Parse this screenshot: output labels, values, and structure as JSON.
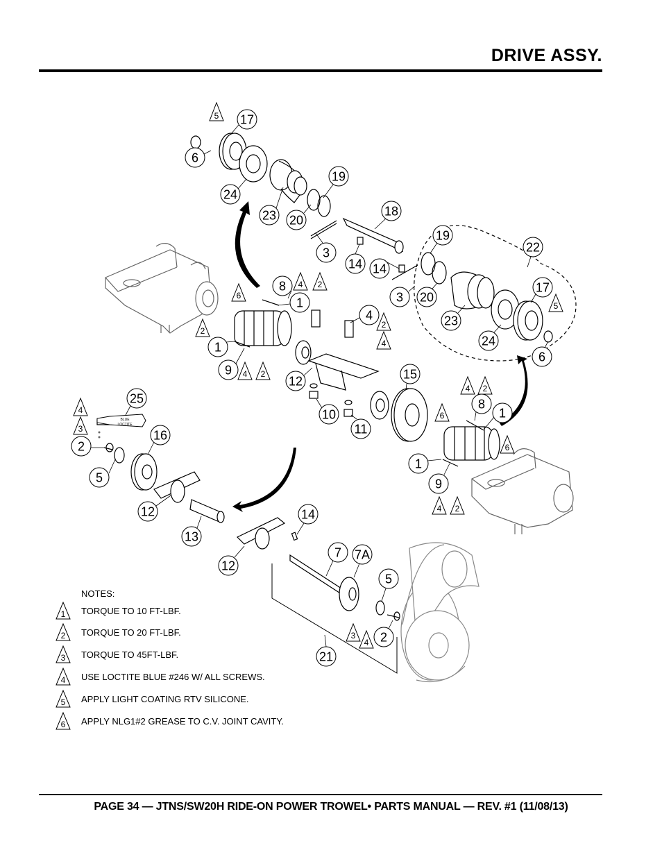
{
  "header": {
    "title": "DRIVE ASSY."
  },
  "footer": {
    "text": "PAGE 34 — JTNS/SW20H RIDE-ON POWER TROWEL• PARTS MANUAL — REV. #1 (11/08/13)"
  },
  "callouts": [
    {
      "id": "c1",
      "label": "17"
    },
    {
      "id": "c2",
      "label": "6"
    },
    {
      "id": "c3",
      "label": "24"
    },
    {
      "id": "c4",
      "label": "23"
    },
    {
      "id": "c5",
      "label": "20"
    },
    {
      "id": "c6",
      "label": "19"
    },
    {
      "id": "c7",
      "label": "18"
    },
    {
      "id": "c8",
      "label": "3"
    },
    {
      "id": "c9",
      "label": "14"
    },
    {
      "id": "c10",
      "label": "14"
    },
    {
      "id": "c11",
      "label": "8"
    },
    {
      "id": "c12",
      "label": "1"
    },
    {
      "id": "c13",
      "label": "1"
    },
    {
      "id": "c14",
      "label": "9"
    },
    {
      "id": "c15",
      "label": "4"
    },
    {
      "id": "c16",
      "label": "19"
    },
    {
      "id": "c17",
      "label": "22"
    },
    {
      "id": "c18",
      "label": "3"
    },
    {
      "id": "c19",
      "label": "20"
    },
    {
      "id": "c20",
      "label": "23"
    },
    {
      "id": "c21",
      "label": "17"
    },
    {
      "id": "c22",
      "label": "24"
    },
    {
      "id": "c23",
      "label": "6"
    },
    {
      "id": "c24",
      "label": "12"
    },
    {
      "id": "c25",
      "label": "15"
    },
    {
      "id": "c26",
      "label": "10"
    },
    {
      "id": "c27",
      "label": "11"
    },
    {
      "id": "c28",
      "label": "8"
    },
    {
      "id": "c29",
      "label": "1"
    },
    {
      "id": "c30",
      "label": "1"
    },
    {
      "id": "c31",
      "label": "9"
    },
    {
      "id": "c32",
      "label": "25"
    },
    {
      "id": "c33",
      "label": "16"
    },
    {
      "id": "c34",
      "label": "2"
    },
    {
      "id": "c35",
      "label": "5"
    },
    {
      "id": "c36",
      "label": "12"
    },
    {
      "id": "c37",
      "label": "13"
    },
    {
      "id": "c38",
      "label": "12"
    },
    {
      "id": "c39",
      "label": "14"
    },
    {
      "id": "c40",
      "label": "7"
    },
    {
      "id": "c41",
      "label": "7A"
    },
    {
      "id": "c42",
      "label": "5"
    },
    {
      "id": "c43",
      "label": "2"
    },
    {
      "id": "c44",
      "label": "21"
    }
  ],
  "note_markers": [
    {
      "id": "t1",
      "label": "5"
    },
    {
      "id": "t2",
      "label": "4"
    },
    {
      "id": "t3",
      "label": "2"
    },
    {
      "id": "t4",
      "label": "6"
    },
    {
      "id": "t5",
      "label": "2"
    },
    {
      "id": "t6",
      "label": "4"
    },
    {
      "id": "t7",
      "label": "2"
    },
    {
      "id": "t8",
      "label": "2"
    },
    {
      "id": "t9",
      "label": "4"
    },
    {
      "id": "t10",
      "label": "5"
    },
    {
      "id": "t11",
      "label": "4"
    },
    {
      "id": "t12",
      "label": "2"
    },
    {
      "id": "t13",
      "label": "6"
    },
    {
      "id": "t14",
      "label": "6"
    },
    {
      "id": "t15",
      "label": "4"
    },
    {
      "id": "t16",
      "label": "2"
    },
    {
      "id": "t17",
      "label": "4"
    },
    {
      "id": "t18",
      "label": "3"
    },
    {
      "id": "t19",
      "label": "3"
    },
    {
      "id": "t20",
      "label": "4"
    }
  ],
  "tube_label": [
    "BLUE",
    "LOCTITE"
  ],
  "notes": {
    "heading": "NOTES:",
    "items": [
      {
        "num": "1",
        "text": "TORQUE TO 10 FT-LBF."
      },
      {
        "num": "2",
        "text": "TORQUE TO 20 FT-LBF."
      },
      {
        "num": "3",
        "text": "TORQUE TO 45FT-LBF."
      },
      {
        "num": "4",
        "text": "USE LOCTITE BLUE #246 W/ ALL SCREWS."
      },
      {
        "num": "5",
        "text": "APPLY LIGHT COATING RTV SILICONE."
      },
      {
        "num": "6",
        "text": "APPLY NLG1#2 GREASE TO C.V. JOINT CAVITY."
      }
    ]
  }
}
